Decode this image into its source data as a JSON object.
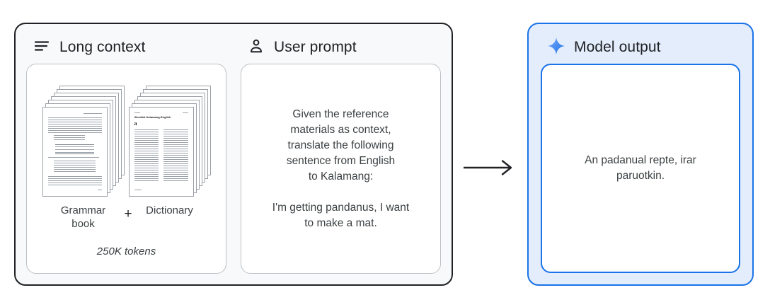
{
  "figure": {
    "long_context": {
      "title": "Long context",
      "grammar_label": "Grammar\nbook",
      "plus_sign": "+",
      "dictionary_label": "Dictionary",
      "tokens_caption": "250K tokens",
      "dictionary_page": {
        "title": "Wordlist Kalamang-English",
        "section_letter": "a"
      }
    },
    "user_prompt": {
      "title": "User prompt",
      "instruction": "Given the reference\nmaterials as context,\ntranslate the following\nsentence from English\nto Kalamang:",
      "sentence": "I'm getting pandanus, I want\nto make a mat."
    },
    "model_output": {
      "title": "Model output",
      "text": "An padanual repte, irar\nparuotkin."
    },
    "icons": {
      "long_context": "lines-icon",
      "user_prompt": "person-icon",
      "model_output": "sparkle-icon",
      "flow": "arrow-right-icon"
    },
    "colors": {
      "accent_blue": "#1a73e8",
      "sparkle_blue": "#4285f4",
      "panel_border_dark": "#202124",
      "panel_bg_light": "#f8f9fa",
      "output_panel_bg": "#e3edfc",
      "card_border_gray": "#bdc1c6",
      "text_primary": "#202124",
      "text_body": "#3c4043"
    }
  }
}
